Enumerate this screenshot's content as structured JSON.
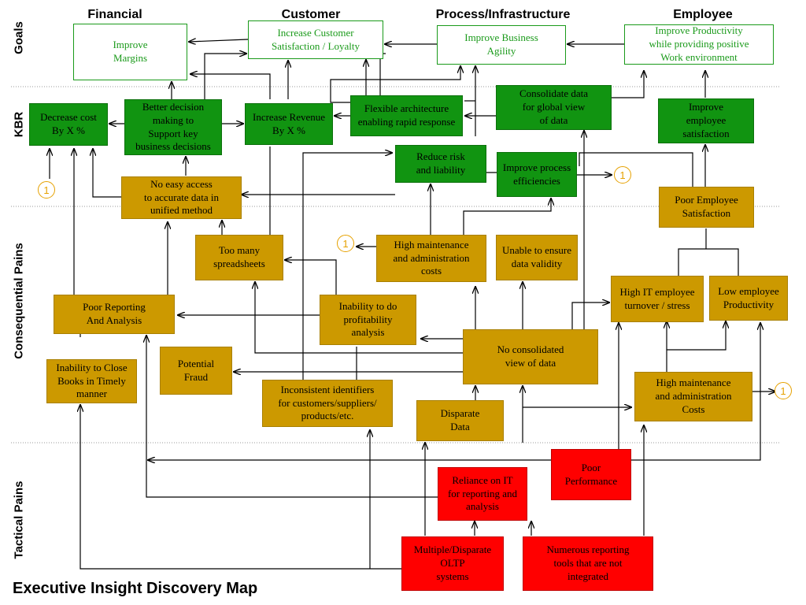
{
  "title": "Executive Insight Discovery Map",
  "columns": {
    "financial": "Financial",
    "customer": "Customer",
    "process": "Process/Infrastructure",
    "employee": "Employee"
  },
  "rows": {
    "goals": "Goals",
    "kbr": "KBR",
    "consequential": "Consequential Pains",
    "tactical": "Tactical Pains"
  },
  "nodes": {
    "improve_margins": "Improve\nMargins",
    "increase_csat": "Increase Customer\nSatisfaction / Loyalty",
    "improve_agility": "Improve Business\nAgility",
    "improve_productivity": "Improve Productivity\nwhile providing positive\nWork environment",
    "decrease_cost": "Decrease cost\nBy X %",
    "better_decision": "Better decision\nmaking to\nSupport key\nbusiness decisions",
    "increase_revenue": "Increase Revenue\nBy X %",
    "flexible_arch": "Flexible architecture\nenabling rapid response",
    "consolidate_data": "Consolidate data\nfor global view\nof data",
    "improve_emp_sat": "Improve\nemployee\nsatisfaction",
    "reduce_risk": "Reduce risk\nand liability",
    "improve_process": "Improve process\nefficiencies",
    "no_easy_access": "No easy access\nto accurate data in\nunified method",
    "poor_emp_sat": "Poor Employee\nSatisfaction",
    "too_many_sheets": "Too many\nspreadsheets",
    "high_maint_1": "High maintenance\nand administration\ncosts",
    "unable_validity": "Unable to ensure\ndata validity",
    "high_it_turnover": "High IT employee\nturnover / stress",
    "low_productivity": "Low employee\nProductivity",
    "poor_reporting": "Poor Reporting\nAnd Analysis",
    "inability_profit": "Inability to do\nprofitability\nanalysis",
    "no_consolidated": "No consolidated\nview of data",
    "potential_fraud": "Potential\nFraud",
    "inability_close": "Inability to Close\nBooks in Timely\nmanner",
    "inconsistent_ids": "Inconsistent identifiers\nfor customers/suppliers/\nproducts/etc.",
    "disparate_data": "Disparate\nData",
    "high_maint_2": "High maintenance\nand administration\nCosts",
    "poor_performance": "Poor\nPerformance",
    "reliance_it": "Reliance on IT\nfor reporting and\nanalysis",
    "multiple_oltp": "Multiple/Disparate\nOLTP\nsystems",
    "numerous_tools": "Numerous reporting\ntools that are not\nintegrated"
  },
  "markers": [
    "1",
    "1",
    "1",
    "1"
  ],
  "colors": {
    "goal_border": "#1a9a1a",
    "kbr_fill": "#119411",
    "pain_fill": "#cc9900",
    "tactical_fill": "#ff0000",
    "marker": "#e6a100"
  }
}
